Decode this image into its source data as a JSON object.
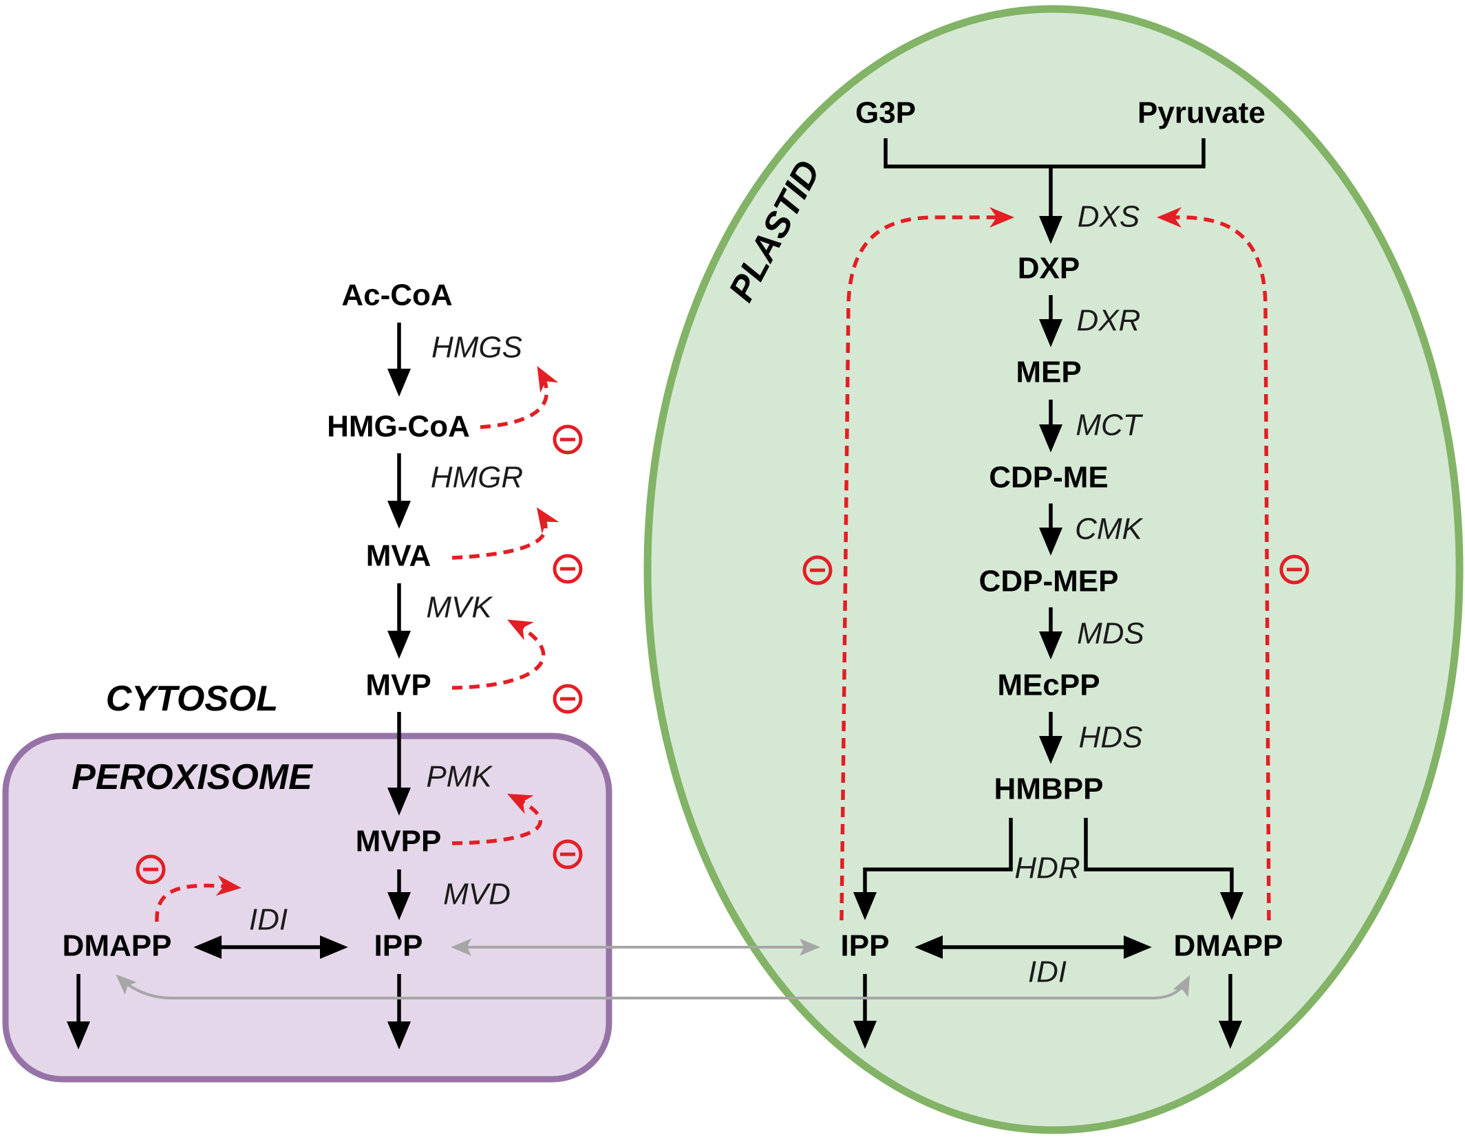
{
  "compartments": {
    "cytosol": "CYTOSOL",
    "peroxisome": "PEROXISOME",
    "plastid": "PLASTID"
  },
  "mva_pathway": {
    "metabolites": {
      "ac_coa": "Ac-CoA",
      "hmg_coa": "HMG-CoA",
      "mva": "MVA",
      "mvp": "MVP",
      "mvpp": "MVPP",
      "ipp": "IPP",
      "dmapp": "DMAPP"
    },
    "enzymes": {
      "hmgs": "HMGS",
      "hmgr": "HMGR",
      "mvk": "MVK",
      "pmk": "PMK",
      "mvd": "MVD",
      "idi": "IDI"
    }
  },
  "mep_pathway": {
    "metabolites": {
      "g3p": "G3P",
      "pyruvate": "Pyruvate",
      "dxp": "DXP",
      "mep": "MEP",
      "cdp_me": "CDP-ME",
      "cdp_mep": "CDP-MEP",
      "mecpp": "MEcPP",
      "hmbpp": "HMBPP",
      "ipp": "IPP",
      "dmapp": "DMAPP"
    },
    "enzymes": {
      "dxs": "DXS",
      "dxr": "DXR",
      "mct": "MCT",
      "cmk": "CMK",
      "mds": "MDS",
      "hds": "HDS",
      "hdr": "HDR",
      "idi": "IDI"
    }
  },
  "icons": {
    "feedback_inhibition": "circle-minus-icon"
  },
  "colors": {
    "plastid_fill": "#d5e8d4",
    "plastid_border": "#82b366",
    "peroxisome_fill": "#e4d7e9",
    "peroxisome_border": "#9673a6",
    "feedback_arrow": "#e31e24",
    "transport_arrow": "#a6a6a6",
    "reaction_arrow": "#000000"
  }
}
